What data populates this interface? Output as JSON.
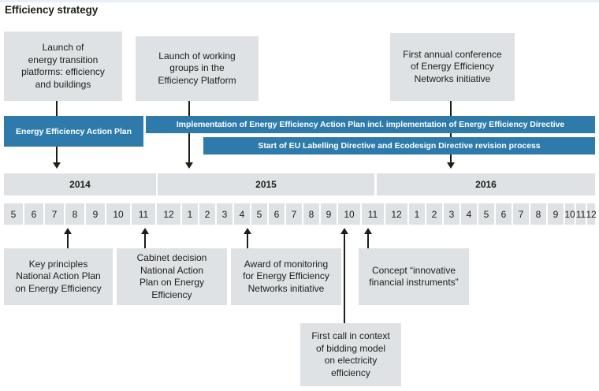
{
  "page": {
    "title": "Efficiency strategy",
    "accent_blue": "#2e7bab",
    "box_gray": "#dee2e5",
    "top_strip_color": "#e8f0f5",
    "text_color": "#1d1d1b"
  },
  "top_boxes": [
    {
      "text": "Launch of\nenergy transition\nplatforms: efficiency\nand buildings",
      "lines": [
        "Launch of",
        "energy transition",
        "platforms: efficiency",
        "and buildings"
      ]
    },
    {
      "text": "Launch of working\ngroups in the\nEfficiency Platform",
      "lines": [
        "Launch of working",
        "groups in the",
        "Efficiency Platform"
      ]
    },
    {
      "text": "First annual conference\nof Energy Efficiency\nNetworks initiative",
      "lines": [
        "First annual conference",
        "of Energy Efficiency",
        "Networks initiative"
      ]
    }
  ],
  "bars": [
    {
      "label": "Energy Efficiency Action Plan"
    },
    {
      "label": "Implementation of Energy Efficiency Action Plan incl. implementation of Energy Efficiency Directive"
    },
    {
      "label": "Start of EU Labelling Directive and Ecodesign Directive revision process"
    }
  ],
  "axis": {
    "years": [
      {
        "label": "2014"
      },
      {
        "label": "2015"
      },
      {
        "label": "2016"
      }
    ],
    "months": [
      "5",
      "6",
      "7",
      "8",
      "9",
      "10",
      "11",
      "12",
      "1",
      "2",
      "3",
      "4",
      "5",
      "6",
      "7",
      "8",
      "9",
      "10",
      "11",
      "12",
      "1",
      "2",
      "3",
      "4",
      "5",
      "6",
      "7",
      "8",
      "9",
      "10",
      "11",
      "12"
    ]
  },
  "bottom_boxes": [
    {
      "lines": [
        "Key principles",
        "National Action Plan",
        "on Energy Efficiency"
      ]
    },
    {
      "lines": [
        "Cabinet decision",
        "National Action",
        "Plan on Energy",
        "Efficiency"
      ]
    },
    {
      "lines": [
        "Award of monitoring",
        "for Energy Efficiency",
        "Networks initiative"
      ]
    },
    {
      "lines": [
        "Concept “innovative",
        "financial instruments”"
      ]
    },
    {
      "lines": [
        "First call in context",
        "of bidding model",
        "on electricity",
        "efficiency"
      ]
    }
  ]
}
